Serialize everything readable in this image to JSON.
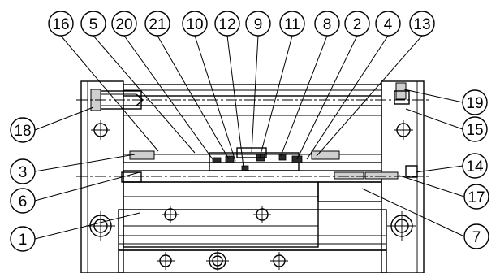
{
  "diagram": {
    "callouts_top": [
      "16",
      "5",
      "20",
      "21",
      "10",
      "12",
      "9",
      "11",
      "8",
      "2",
      "4",
      "13"
    ],
    "callouts_right": [
      "19",
      "15",
      "14",
      "17",
      "7"
    ],
    "callouts_left": [
      "18",
      "3",
      "6",
      "1"
    ]
  }
}
